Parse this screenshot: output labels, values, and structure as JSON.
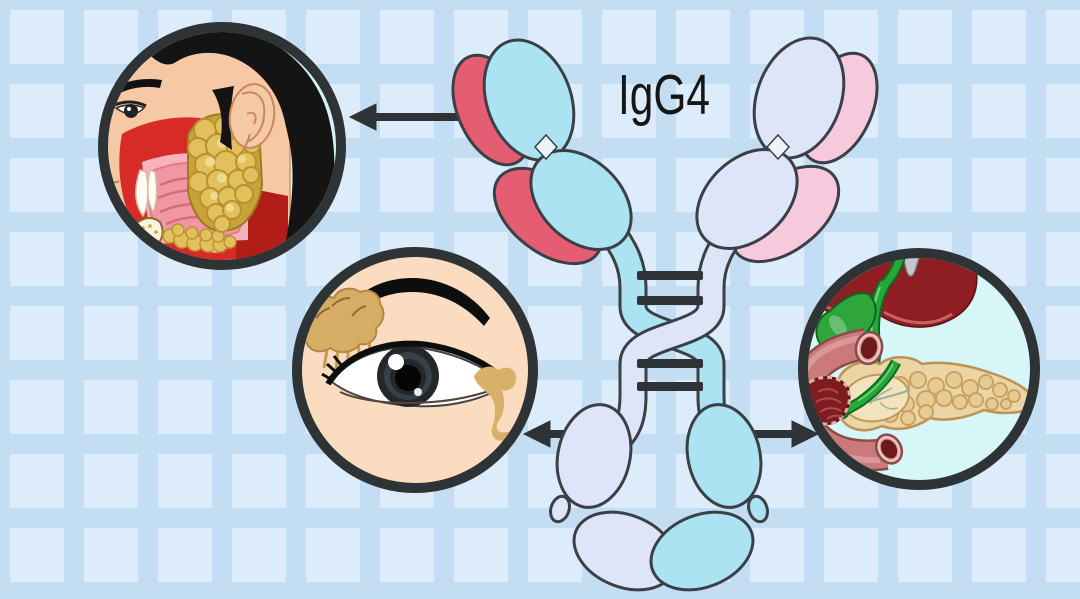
{
  "title": "IgG4",
  "background": {
    "base_color": "#c3def3",
    "square_color": "#ddecfa"
  },
  "antibody": {
    "name": "IgG4 antibody with swapped Fab arms",
    "colors": {
      "heavy_chain_left": "#abe3f2",
      "heavy_chain_right": "#dfe5f9",
      "light_chain_left": "#e45d72",
      "light_chain_right": "#f7c9dd",
      "outline": "#3a4045",
      "disulfide_bond": "#2e3337",
      "hinge_diamond": "#edf3fb"
    },
    "disulfide_bond_count": 4
  },
  "arrows": {
    "color": "#2e3337",
    "items": [
      {
        "target": "salivary-glands",
        "direction": "left"
      },
      {
        "target": "lacrimal-gland",
        "direction": "left"
      },
      {
        "target": "pancreas",
        "direction": "right"
      }
    ]
  },
  "insets": [
    {
      "id": "salivary-glands",
      "description": "Head profile with swollen salivary glands",
      "background": "#d8f3f6",
      "border_color": "#2e3335",
      "palette": {
        "skin": "#f6c9a4",
        "hair": "#141414",
        "oral_cavity": "#d62b26",
        "oral_cavity_dark": "#b21d18",
        "gland": "#e3c05e",
        "tongue": "#ef97a3",
        "palate": "#f6b3bb"
      }
    },
    {
      "id": "lacrimal-gland",
      "description": "Eye with swollen lacrimal gland and tear duct",
      "background": "#fbdcc0",
      "border_color": "#2e3335",
      "palette": {
        "brow": "#0d0d0d",
        "gland": "#d7ad66",
        "tear_duct": "#d9b06a",
        "sclera": "#ffffff",
        "iris": "#23262b",
        "caruncle": "#e04b58"
      }
    },
    {
      "id": "pancreas",
      "description": "Pancreas with bile duct, gallbladder, duodenum and liver",
      "background": "#d6f6f8",
      "border_color": "#2e3335",
      "palette": {
        "liver": "#8f1e23",
        "gallbladder": "#2fa63c",
        "bile_duct": "#23a83c",
        "duodenum": "#cb7a7b",
        "duodenum_lumen": "#6e1a1d",
        "pancreas": "#ecd5a4"
      }
    }
  ]
}
